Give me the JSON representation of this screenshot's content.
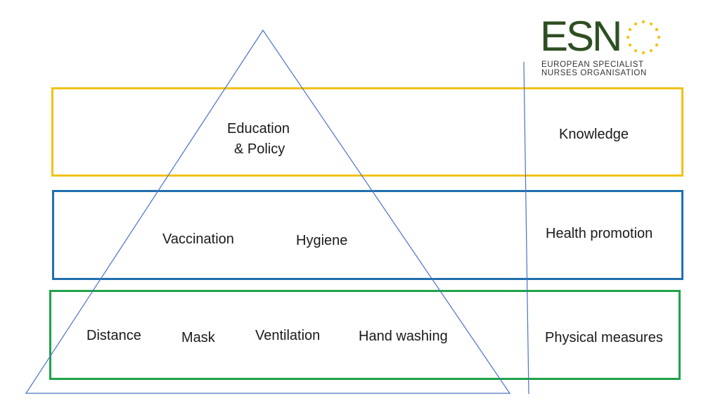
{
  "logo": {
    "name": "ESN",
    "subtitle_line1": "EUROPEAN SPECIALIST",
    "subtitle_line2": "NURSES ORGANISATION"
  },
  "bands": [
    {
      "id": "knowledge",
      "color": "#f2c318",
      "label": "Knowledge",
      "items": [
        "Education",
        "& Policy"
      ]
    },
    {
      "id": "health-promotion",
      "color": "#1f6fb0",
      "label": "Health promotion",
      "items": [
        "Vaccination",
        "Hygiene"
      ]
    },
    {
      "id": "physical-measures",
      "color": "#1fa24a",
      "label": "Physical measures",
      "items": [
        "Distance",
        "Mask",
        "Ventilation",
        "Hand washing"
      ]
    }
  ],
  "colors": {
    "triangle": "#4a72c4",
    "divider": "#4a72c4",
    "logo_green": "#2e4f22",
    "stars": "#f2c318"
  }
}
